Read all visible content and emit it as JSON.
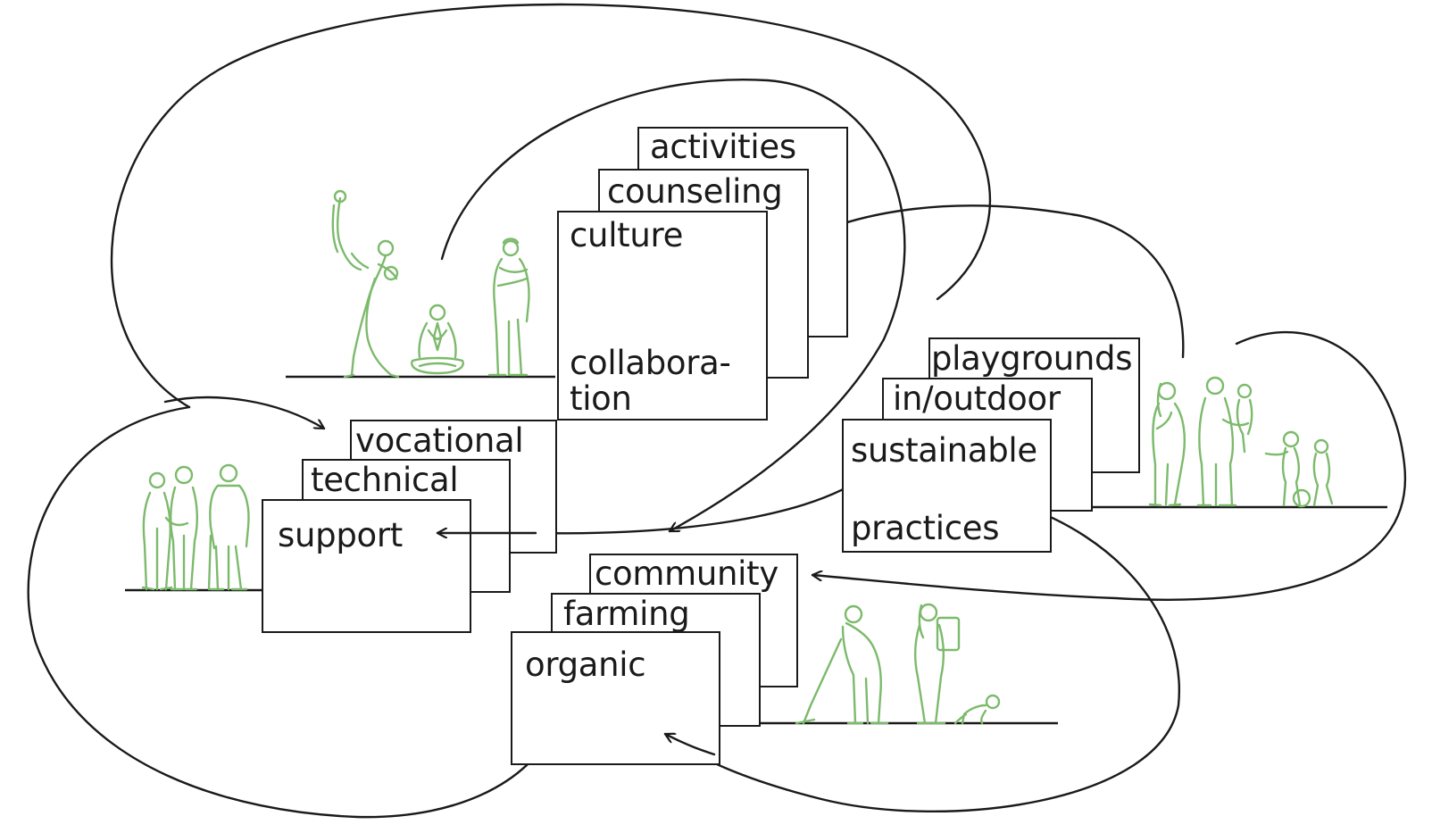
{
  "colors": {
    "ink": "#1a1a1a",
    "figure": "#7cba6c",
    "background": "#ffffff"
  },
  "groups": {
    "culture": {
      "cards": {
        "back": "activities",
        "middle": "counseling",
        "front_top": "culture",
        "front_bottom_1": "collabora-",
        "front_bottom_2": "tion"
      },
      "figures": [
        "dancers-figure",
        "meditating-person-figure",
        "standing-person-figure"
      ]
    },
    "support": {
      "cards": {
        "back": "vocational",
        "middle": "technical",
        "front_top": "support"
      },
      "figures": [
        "elderly-couple-figure",
        "elderly-man-with-cane-figure"
      ]
    },
    "sustainable": {
      "cards": {
        "back": "playgrounds",
        "middle": "in/outdoor",
        "front_top": "sustainable",
        "front_bottom": "practices"
      },
      "figures": [
        "woman-with-phone-figure",
        "man-holding-child-figure",
        "children-playing-figure"
      ]
    },
    "organic": {
      "cards": {
        "back": "community",
        "middle": "farming",
        "front_top": "organic"
      },
      "figures": [
        "gardener-raking-figure",
        "woman-carrying-basket-figure",
        "crawling-child-figure"
      ]
    }
  }
}
